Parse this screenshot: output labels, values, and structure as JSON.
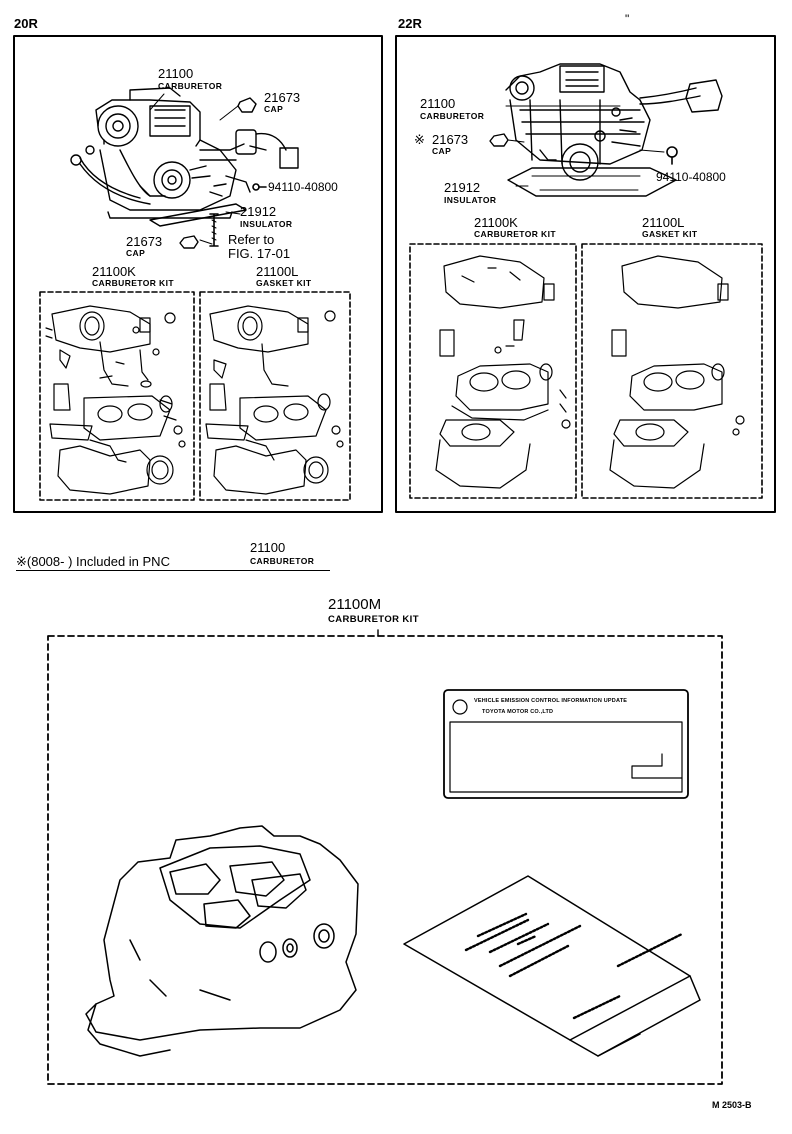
{
  "sections": {
    "left": {
      "engine": "20R",
      "carburetor": {
        "part": "21100",
        "name": "CARBURETOR"
      },
      "cap_top": {
        "part": "21673",
        "name": "CAP"
      },
      "bolt": {
        "part": "94110-40800"
      },
      "insulator": {
        "part": "21912",
        "name": "INSULATOR"
      },
      "cap_bottom": {
        "part": "21673",
        "name": "CAP"
      },
      "refer": {
        "line1": "Refer to",
        "line2": "FIG. 17-01"
      },
      "kit": {
        "part": "21100K",
        "name": "CARBURETOR KIT"
      },
      "gasket": {
        "part": "21100L",
        "name": "GASKET KIT"
      }
    },
    "right": {
      "engine": "22R",
      "carburetor": {
        "part": "21100",
        "name": "CARBURETOR"
      },
      "cap": {
        "mark": "※",
        "part": "21673",
        "name": "CAP"
      },
      "bolt": {
        "part": "94110-40800"
      },
      "insulator": {
        "part": "21912",
        "name": "INSULATOR"
      },
      "kit": {
        "part": "21100K",
        "name": "CARBURETOR KIT"
      },
      "gasket": {
        "part": "21100L",
        "name": "GASKET KIT"
      }
    }
  },
  "footnote": {
    "text": "※(8008-        ) Included in PNC",
    "part": "21100",
    "name": "CARBURETOR"
  },
  "kit_m": {
    "part": "21100M",
    "name": "CARBURETOR KIT",
    "label_line1": "VEHICLE EMISSION CONTROL  INFORMATION UPDATE",
    "label_line2": "TOYOTA  MOTOR  CO.,LTD"
  },
  "ref_code": "M  2503-B",
  "corner_mark": "\""
}
